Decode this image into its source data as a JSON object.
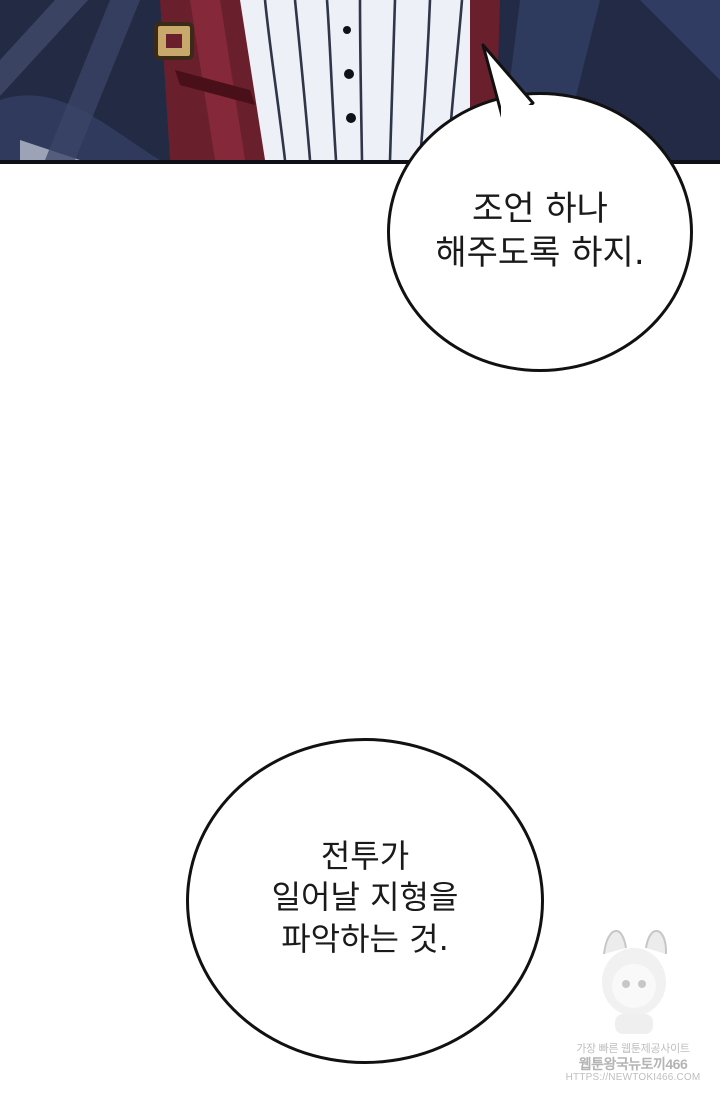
{
  "panel": {
    "illustration": "dark-blue clothing close-up with red vest, white shirt, and belt buckle"
  },
  "bubbles": {
    "top": {
      "text": "조언 하나\n해주도록 하지."
    },
    "bottom": {
      "text": "전투가\n일어날 지형을\n파악하는 것."
    }
  },
  "watermark": {
    "line1": "가장 빠른 웹툰제공사이트",
    "line2": "웹툰왕국뉴토끼466",
    "line3": "HTTPS://NEWTOKI466.COM"
  },
  "colors": {
    "panel_dark": "#1d2237",
    "vest_red": "#6a1f2c",
    "shirt_light": "#eef0f8",
    "bubble_border": "#111111"
  }
}
